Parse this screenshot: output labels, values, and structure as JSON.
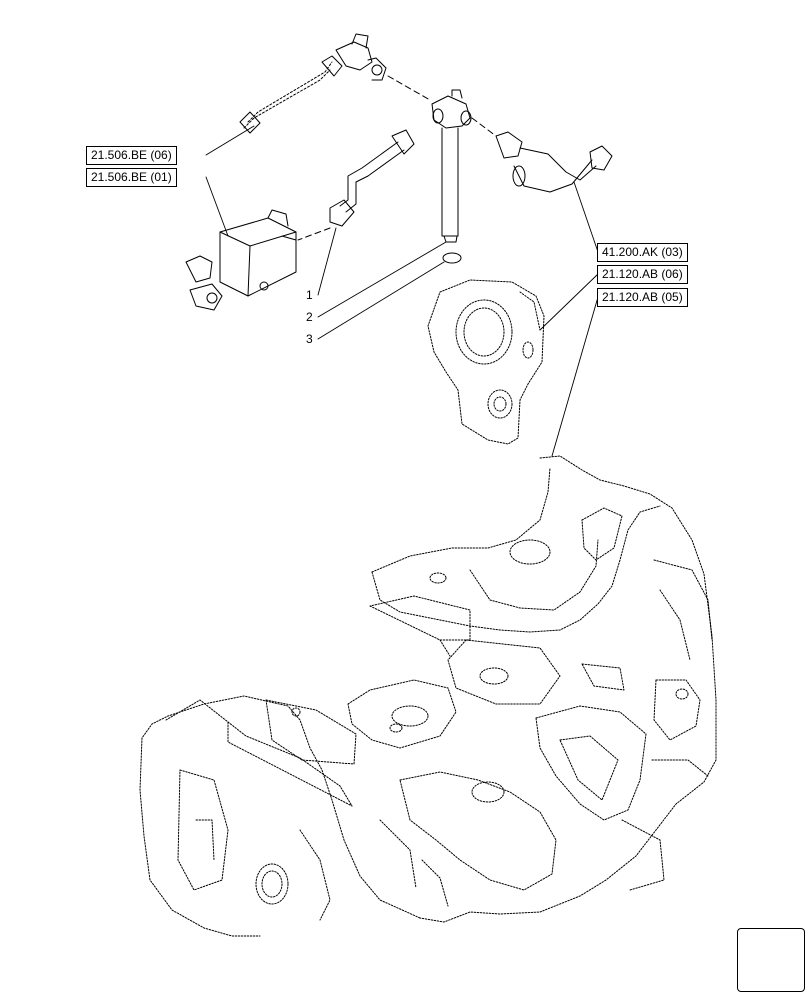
{
  "references": [
    {
      "id": "ref-21-506-be-06",
      "label": "21.506.BE (06)"
    },
    {
      "id": "ref-21-506-be-01",
      "label": "21.506.BE (01)"
    },
    {
      "id": "ref-41-200-ak-03",
      "label": "41.200.AK (03)"
    },
    {
      "id": "ref-21-120-ab-06",
      "label": "21.120.AB (06)"
    },
    {
      "id": "ref-21-120-ab-05",
      "label": "21.120.AB (05)"
    }
  ],
  "callouts": [
    "1",
    "2",
    "3"
  ],
  "nav_icon": "next-page-arrow-icon",
  "line_color": "#000000"
}
